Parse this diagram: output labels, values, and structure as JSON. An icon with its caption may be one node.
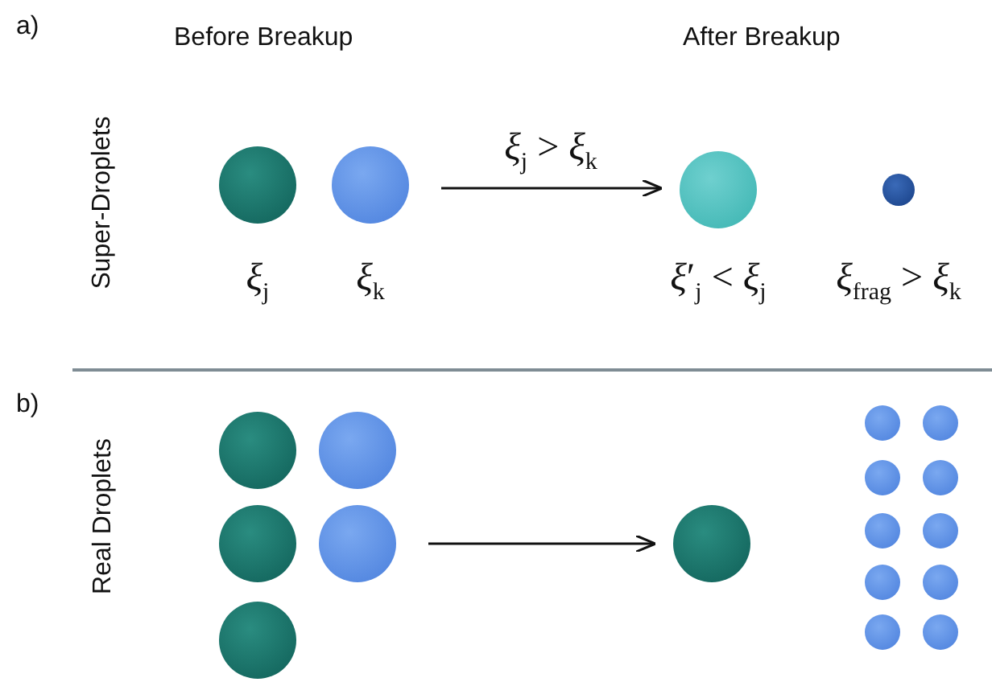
{
  "diagram": {
    "nodes": [
      {
        "text": [],
        "shape": "circle",
        "beside": [
          "*ξ*$_{j}$"
        ]
      },
      {
        "text": [],
        "shape": "circle",
        "beside": [
          "*ξ*$_{k}$"
        ]
      },
      {
        "text": [],
        "shape": "circle",
        "beside": [
          "*ξ*′$_{j}$ < *ξ*$_{j}$"
        ]
      },
      {
        "text": [],
        "shape": "circle",
        "beside": [
          "*ξ*$_{frag}$ > *ξ*$_{k}$"
        ]
      },
      {
        "text": [],
        "shape": "circle"
      },
      {
        "text": [],
        "shape": "circle"
      },
      {
        "text": [],
        "shape": "circle"
      },
      {
        "text": [],
        "shape": "circle"
      },
      {
        "text": [],
        "shape": "circle"
      },
      {
        "text": [],
        "shape": "circle"
      },
      {
        "text": [],
        "shape": "circle"
      },
      {
        "text": [],
        "shape": "circle"
      },
      {
        "text": [],
        "shape": "circle"
      },
      {
        "text": [],
        "shape": "circle"
      },
      {
        "text": [],
        "shape": "circle"
      },
      {
        "text": [],
        "shape": "circle"
      },
      {
        "text": [],
        "shape": "circle"
      },
      {
        "text": [],
        "shape": "circle"
      },
      {
        "text": [],
        "shape": "circle"
      },
      {
        "text": [],
        "shape": "circle"
      }
    ],
    "edges": [
      {
        "from": 1,
        "to": 2,
        "arrow": "to",
        "label": "*ξ*$_{j}$ > *ξ*$_{k}$"
      },
      {
        "from": 7,
        "to": 9,
        "arrow": "to"
      }
    ],
    "labels": [
      "a)",
      "Before Breakup",
      "After Breakup",
      "Super-Droplets",
      "b)",
      "Real Droplets"
    ]
  }
}
